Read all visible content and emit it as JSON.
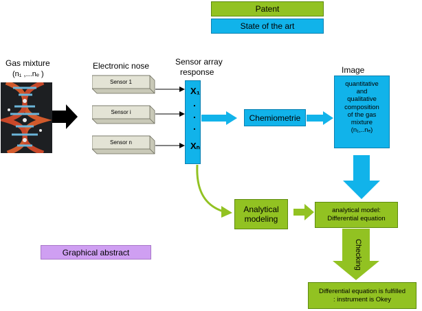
{
  "legend": {
    "patent": "Patent",
    "state_of_art": "State of the art",
    "graphical_abstract": "Graphical abstract"
  },
  "gas_mixture": {
    "title": "Gas mixture",
    "composition": "(n₁ ,...nₑ )"
  },
  "electronic_nose": {
    "title": "Electronic nose",
    "sensors": [
      "Sensor 1",
      "Sensor i",
      "Sensor n"
    ]
  },
  "sensor_array": {
    "title_line1": "Sensor array",
    "title_line2": "response",
    "x1": "X₁",
    "dots": [
      ".",
      ".",
      "."
    ],
    "xn": "Xₙ"
  },
  "chemiometrie": "Chemiometrie",
  "image": {
    "title": "Image",
    "lines": [
      "quantitative",
      "and",
      "qualitative",
      "composition",
      "of the  gas",
      "mixture",
      "(n₁,..nₑ)"
    ]
  },
  "analytical_modeling": {
    "line1": "Analytical",
    "line2": "modeling"
  },
  "analytical_model": {
    "line1": "analytical model:",
    "line2": "Differential equation"
  },
  "checking": "Checking",
  "result": {
    "line1": "Differential equation is fulfilled",
    "line2": ": instrument is Okey"
  },
  "colors": {
    "green": "#92c222",
    "cyan": "#11b3ea",
    "purple": "#cf9ff2",
    "sensor_face": "#ddddcc"
  }
}
